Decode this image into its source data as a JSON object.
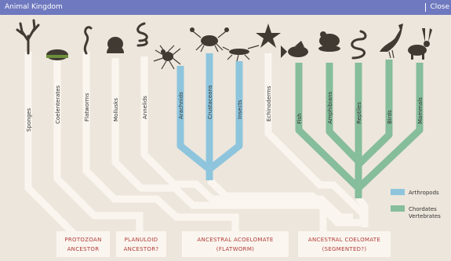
{
  "window": {
    "title": "Animal Kingdom",
    "close_label": "Close"
  },
  "colors": {
    "background": "#ede6dc",
    "branch": "#faf6ef",
    "arthropods": "#8ec5dd",
    "chordates": "#86bd9b",
    "ancestor_text": "#b23b3b",
    "titlebar": "#6f79bf"
  },
  "groups": {
    "sponges": "Sponges",
    "coelenterates": "Coelenterates",
    "flatworms": "Flatworms",
    "mollusks": "Mollusks",
    "annelids": "Annelids",
    "arachnids": "Arachnids",
    "crustaceans": "Crustaceans",
    "insects": "Insects",
    "echinoderms": "Echinoderms",
    "fish": "Fish",
    "amphibians": "Amphibians",
    "reptiles": "Reptiles",
    "birds": "Birds",
    "mammals": "Mammals"
  },
  "ancestors": {
    "protozoan": [
      "PROTOZOAN",
      "ANCESTOR"
    ],
    "planuloid": [
      "PLANULOID",
      "ANCESTOR?"
    ],
    "acoelomate": [
      "ANCESTRAL ACOELOMATE",
      "(FLATWORM)"
    ],
    "coelomate": [
      "ANCESTRAL COELOMATE",
      "(SEGMENTED?)"
    ]
  },
  "legend": {
    "arthropods": {
      "line1": "Arthropods"
    },
    "chordates": {
      "line1": "Chordates",
      "line2": "Vertebrates"
    }
  },
  "icons": [
    "sponge-icon",
    "coral-icon",
    "flatworm-icon",
    "shell-icon",
    "worm-icon",
    "spider-icon",
    "crab-icon",
    "insect-icon",
    "starfish-icon",
    "fish-icon",
    "frog-icon",
    "snake-icon",
    "bird-icon",
    "rabbit-icon"
  ]
}
